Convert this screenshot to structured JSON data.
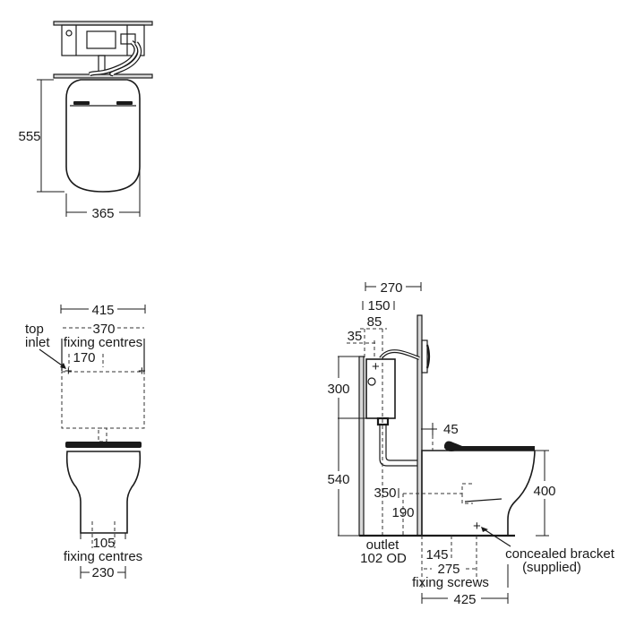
{
  "views": {
    "plan": {
      "name": "top-view",
      "dims": {
        "depth": "555",
        "width": "365"
      }
    },
    "front": {
      "name": "front-view",
      "dims": {
        "overall_width": "415",
        "fixing_width": "370",
        "fixing_label": "fixing centres",
        "inlet_offset": "170",
        "inlet_label_1": "top",
        "inlet_label_2": "inlet",
        "base_fixing": "105",
        "base_fixing_label": "fixing centres",
        "base_width": "230"
      }
    },
    "side": {
      "name": "side-view",
      "dims": {
        "depth_270": "270",
        "depth_150": "150",
        "depth_85": "85",
        "depth_35": "35",
        "cistern_height": "300",
        "overall_height": "540",
        "inlet_45": "45",
        "outlet_height_350": "350",
        "outlet_height_190": "190",
        "pan_height": "400",
        "outlet_label_1": "outlet",
        "outlet_label_2": "102 OD",
        "screw_145": "145",
        "screw_275": "275",
        "screws_label": "fixing screws",
        "pan_depth": "425",
        "bracket_label_1": "concealed bracket",
        "bracket_label_2": "(supplied)"
      }
    }
  }
}
